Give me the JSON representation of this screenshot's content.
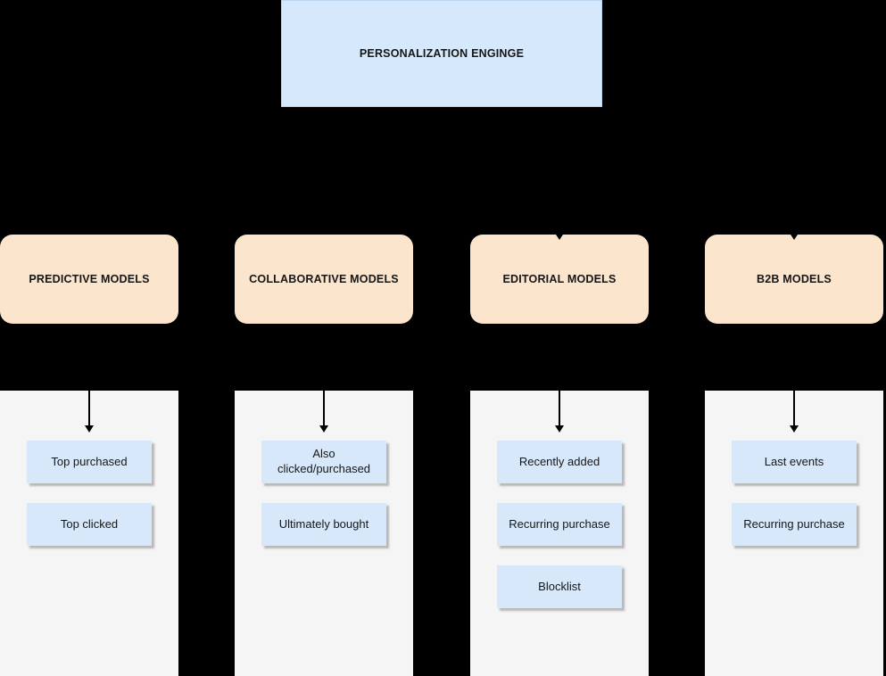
{
  "root": {
    "title": "PERSONALIZATION ENGINGE"
  },
  "colors": {
    "background": "#000000",
    "root_fill": "#d6e8fb",
    "category_fill": "#fce5cd",
    "item_fill": "#d8e8fb",
    "panel_fill": "#f5f5f5",
    "connector": "#000000"
  },
  "columns": [
    {
      "title": "PREDICTIVE MODELS",
      "items": [
        "Top purchased",
        "Top clicked"
      ]
    },
    {
      "title": "COLLABORATIVE MODELS",
      "items": [
        "Also clicked/purchased",
        "Ultimately bought"
      ]
    },
    {
      "title": "EDITORIAL MODELS",
      "items": [
        "Recently added",
        "Recurring purchase",
        "Blocklist"
      ]
    },
    {
      "title": "B2B MODELS",
      "items": [
        "Last events",
        "Recurring purchase"
      ]
    }
  ]
}
